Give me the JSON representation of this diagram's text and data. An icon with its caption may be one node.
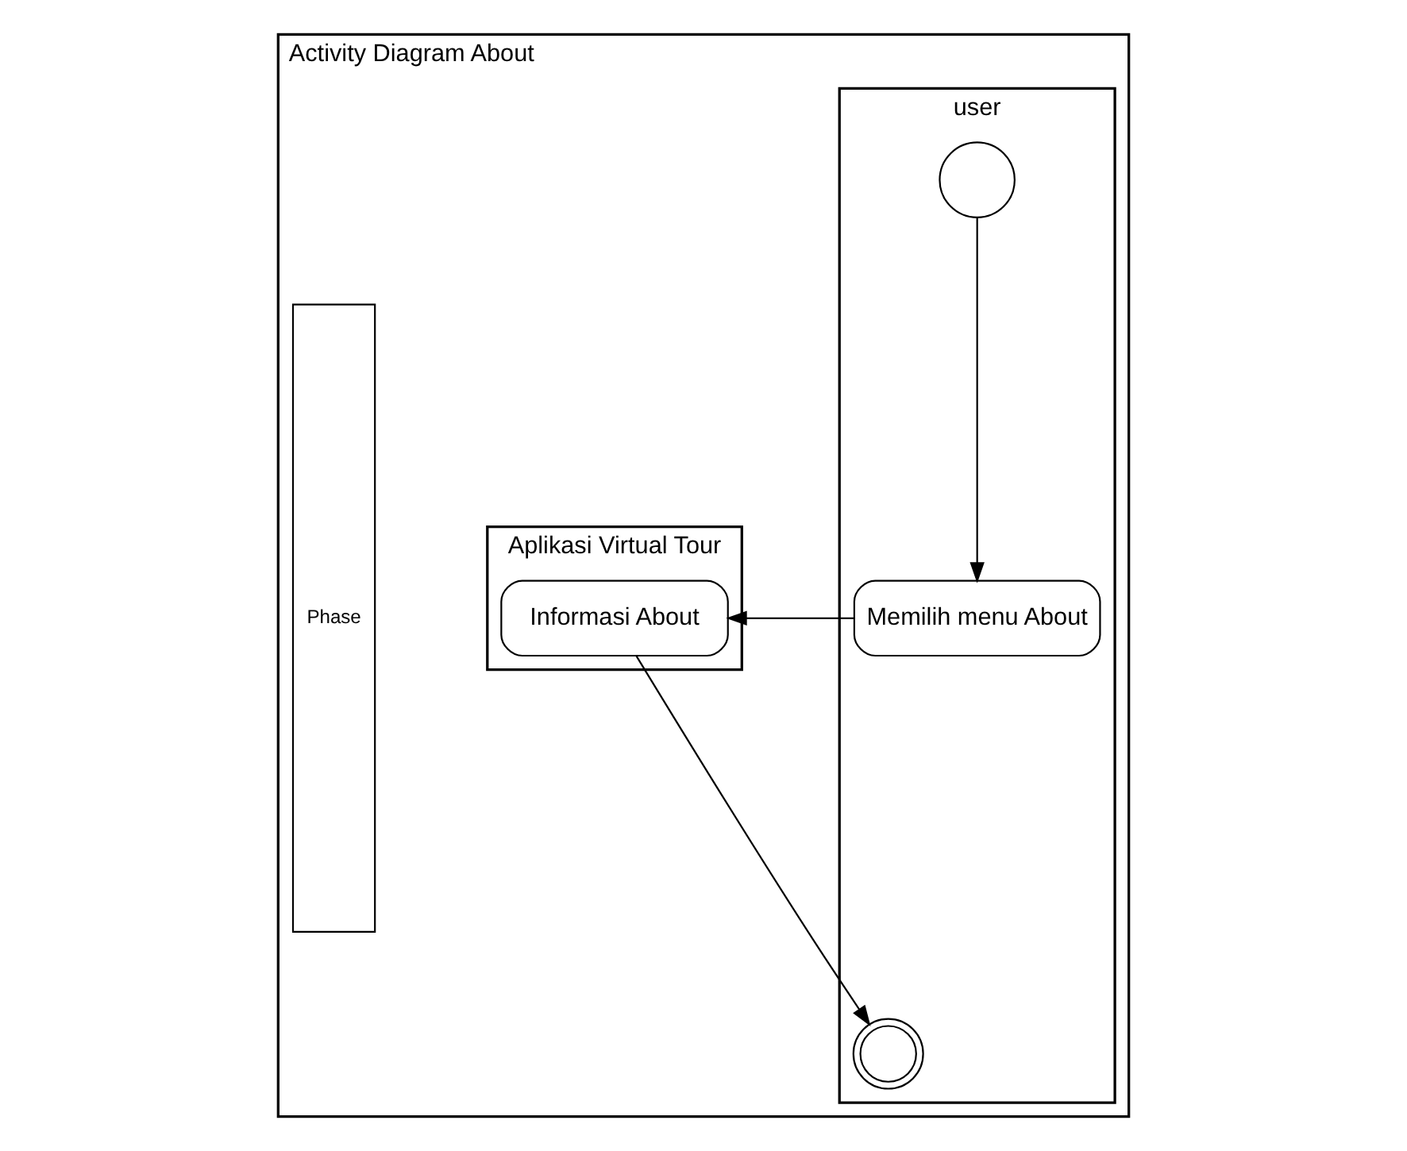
{
  "diagram": {
    "nodes": [
      {
        "text": [
          "Activity Diagram About"
        ]
      },
      {
        "text": [
          "Phase"
        ],
        "in": 0
      },
      {
        "text": [
          "user"
        ],
        "in": 0
      },
      {
        "text": [
          "Aplikasi Virtual Tour"
        ],
        "in": 0
      },
      {
        "text": [],
        "shape": "circle",
        "in": 2
      },
      {
        "text": [
          "Memilih menu About"
        ],
        "in": 2
      },
      {
        "text": [
          "Informasi About"
        ],
        "in": 3
      },
      {
        "text": [],
        "shape": "circle",
        "in": 2
      }
    ],
    "edges": [
      {
        "from": 4,
        "to": 5,
        "arrow": "to"
      },
      {
        "from": 5,
        "to": 6,
        "arrow": "to"
      },
      {
        "from": 6,
        "to": 7,
        "arrow": "to"
      }
    ]
  }
}
